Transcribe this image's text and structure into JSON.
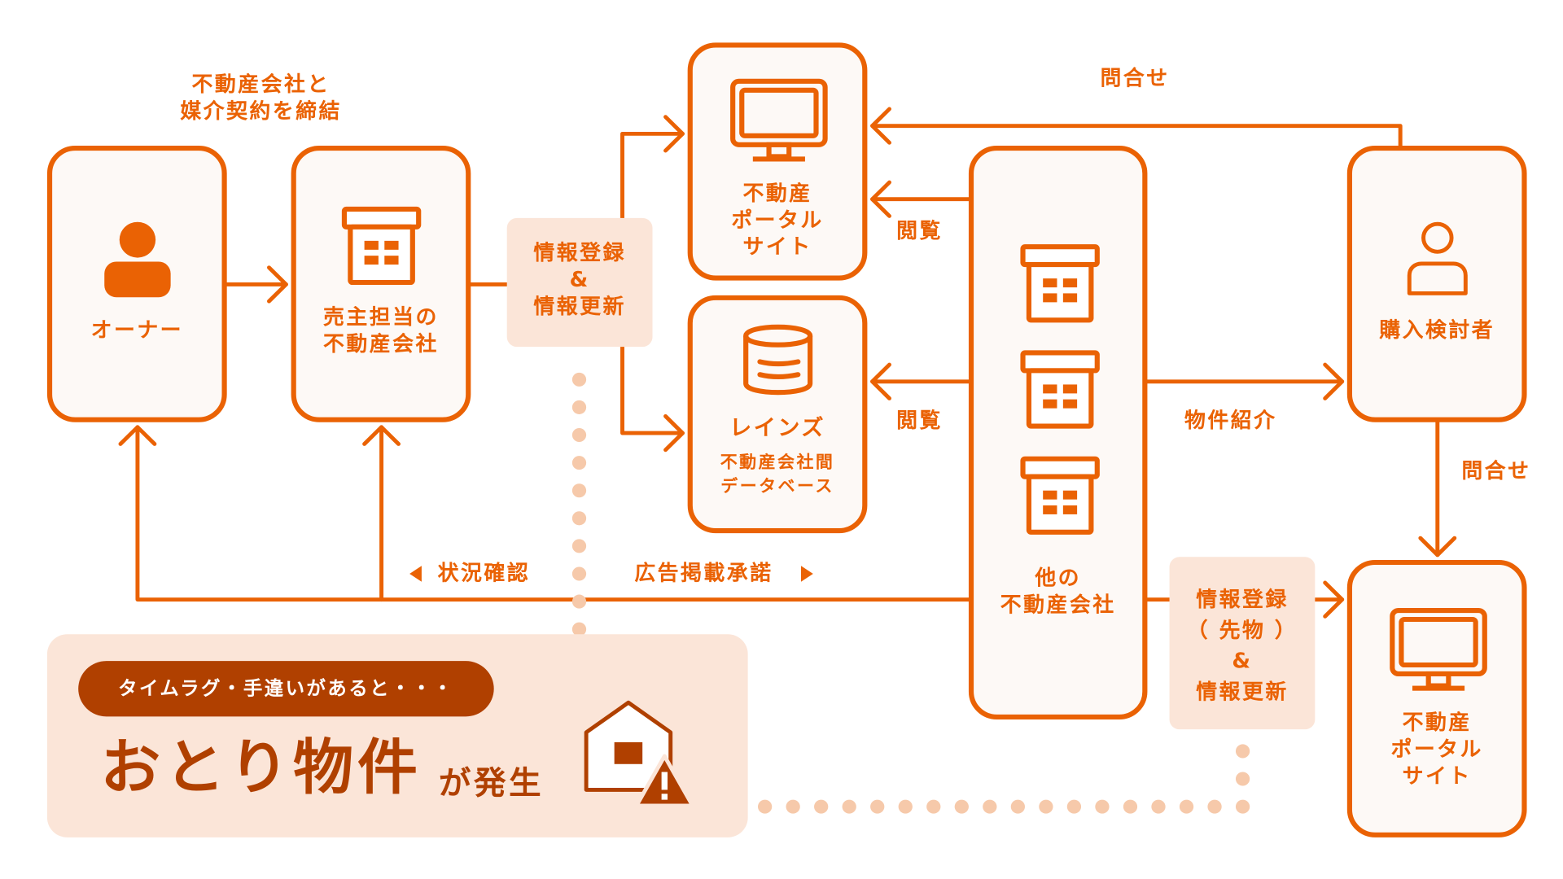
{
  "colors": {
    "primary": "#EA6204",
    "dark": "#B04000",
    "node_fill": "#FDF9F6",
    "info_fill": "#FBE5D8",
    "dots": "#F6C9AA"
  },
  "nodes": {
    "owner": {
      "label": "オーナー",
      "icon": "person-filled-icon"
    },
    "seller_agency": {
      "label": "売主担当の\n不動産会社",
      "icon": "building-icon"
    },
    "portal_top": {
      "label": "不動産\nポータル\nサイト",
      "icon": "monitor-icon"
    },
    "reins": {
      "title": "レインズ",
      "subtitle": "不動産会社間\nデータベース",
      "icon": "database-icon"
    },
    "other_agencies": {
      "label": "他の\n不動産会社",
      "icon": "building-icon"
    },
    "buyer": {
      "label": "購入検討者",
      "icon": "person-outline-icon"
    },
    "portal_bottom": {
      "label": "不動産\nポータル\nサイト",
      "icon": "monitor-icon"
    }
  },
  "edges": {
    "contract": "不動産会社と\n媒介契約を締結",
    "register_update": "情報登録\n&\n情報更新",
    "browse_portal": "閲覧",
    "browse_reins": "閲覧",
    "inquiry_top": "問合せ",
    "inquiry_right": "問合せ",
    "introduce": "物件紹介",
    "status_check": "状況確認",
    "ad_approval": "広告掲載承諾",
    "register_preemptive": "情報登録\n（ 先物 ）\n&\n情報更新"
  },
  "alert": {
    "pill": "タイムラグ・手違いがあると・・・",
    "headline": "おとり物件",
    "suffix": "が発生",
    "icon": "house-warning-icon"
  }
}
